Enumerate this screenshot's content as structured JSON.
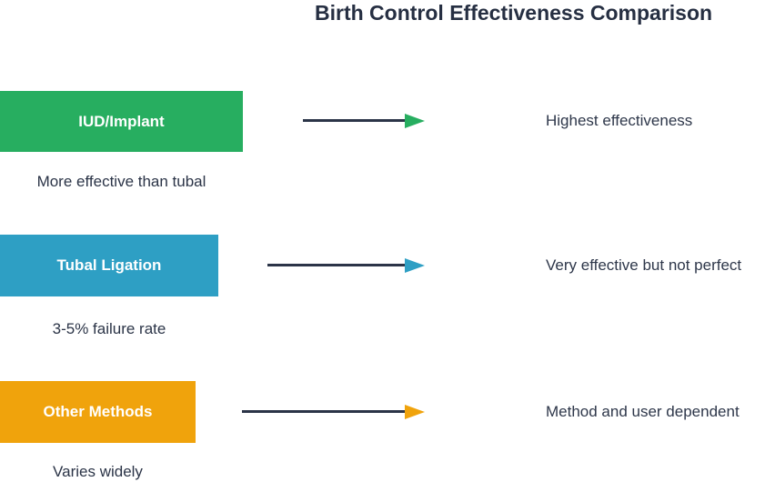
{
  "title": "Birth Control Effectiveness Comparison",
  "colors": {
    "background": "#ffffff",
    "title_text": "#262f42",
    "body_text": "#2b3447",
    "arrow_line": "#2b3447",
    "node_label_text": "#ffffff",
    "green": "#27ae60",
    "blue": "#2e9fc4",
    "orange": "#f0a30c"
  },
  "rows": [
    {
      "label": "IUD/Implant",
      "subtitle": "More effective than tubal",
      "description": "Highest effectiveness",
      "color": "#27ae60"
    },
    {
      "label": "Tubal Ligation",
      "subtitle": "3-5% failure rate",
      "description": "Very effective but not perfect",
      "color": "#2e9fc4"
    },
    {
      "label": "Other Methods",
      "subtitle": "Varies widely",
      "description": "Method and user dependent",
      "color": "#f0a30c"
    }
  ]
}
